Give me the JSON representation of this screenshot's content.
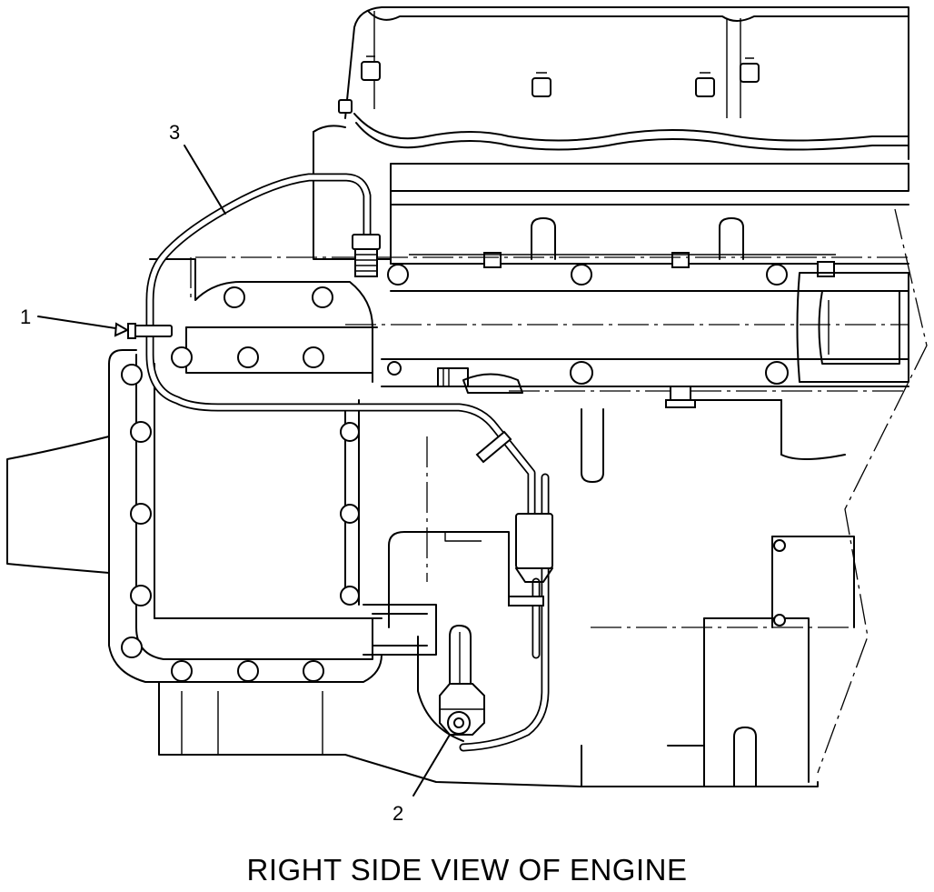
{
  "caption": "RIGHT SIDE VIEW OF ENGINE",
  "callouts": {
    "one": "1",
    "two": "2",
    "three": "3"
  }
}
